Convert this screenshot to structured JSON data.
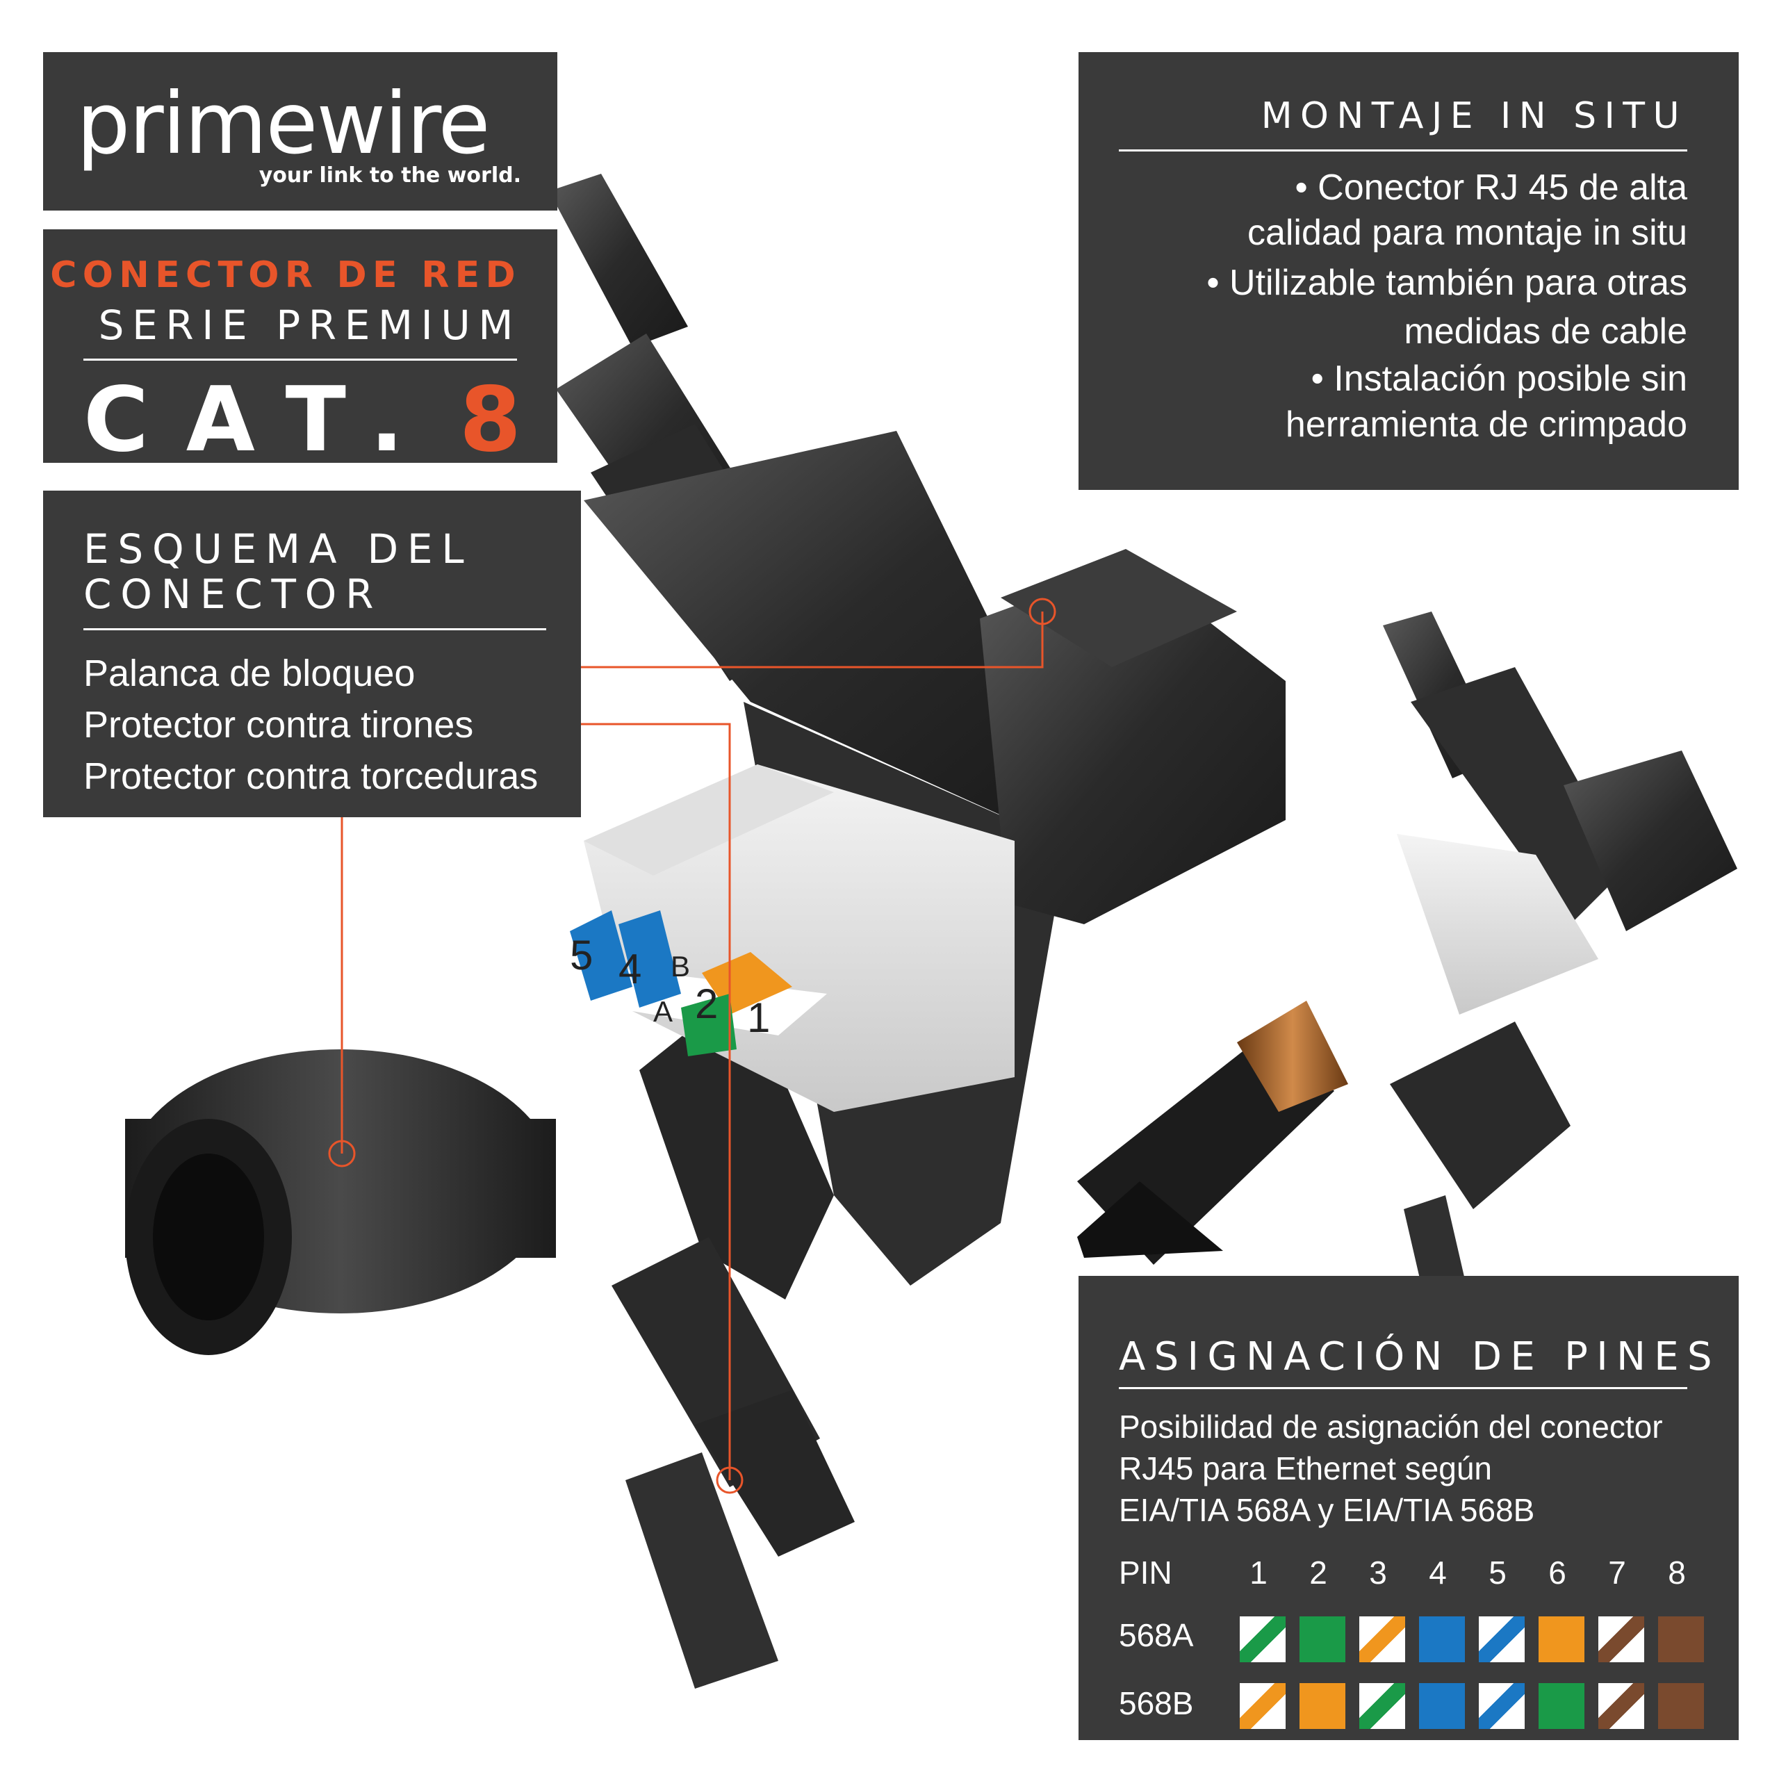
{
  "brand": {
    "name": "primewire",
    "tagline": "your link to the world."
  },
  "title": {
    "line1": "CONECTOR DE RED",
    "line2": "SERIE PREMIUM",
    "cat_text": "CAT.",
    "cat_number": "8"
  },
  "schema": {
    "title_line1": "ESQUEMA DEL",
    "title_line2": "CONECTOR",
    "items": [
      "Palanca de bloqueo",
      "Protector contra tirones",
      "Protector contra torceduras"
    ]
  },
  "montaje": {
    "title": "MONTAJE IN SITU",
    "lines": [
      "• Conector RJ 45 de alta",
      "calidad para montaje in situ",
      "• Utilizable también para otras",
      "medidas de cable",
      "• Instalación posible sin",
      "herramienta de crimpado"
    ]
  },
  "pins": {
    "title": "ASIGNACIÓN DE PINES",
    "description": [
      "Posibilidad de asignación del conector",
      "RJ45 para Ethernet según",
      "EIA/TIA 568A y EIA/TIA 568B"
    ],
    "header_label": "PIN",
    "numbers": [
      "1",
      "2",
      "3",
      "4",
      "5",
      "6",
      "7",
      "8"
    ],
    "rows": [
      {
        "label": "568A",
        "colors": [
          "white-green",
          "green",
          "white-orange",
          "blue",
          "white-blue",
          "orange",
          "white-brown",
          "brown"
        ]
      },
      {
        "label": "568B",
        "colors": [
          "white-orange",
          "orange",
          "white-green",
          "blue",
          "white-blue",
          "green",
          "white-brown",
          "brown"
        ]
      }
    ]
  },
  "connector_labels": [
    "5",
    "4",
    "B",
    "A",
    "2",
    "1"
  ],
  "colors": {
    "panel": "#3a3a3a",
    "accent": "#e8552a",
    "green": "#1a9a48",
    "orange": "#f0961e",
    "blue": "#1b78c4",
    "brown": "#7a4a2e"
  }
}
